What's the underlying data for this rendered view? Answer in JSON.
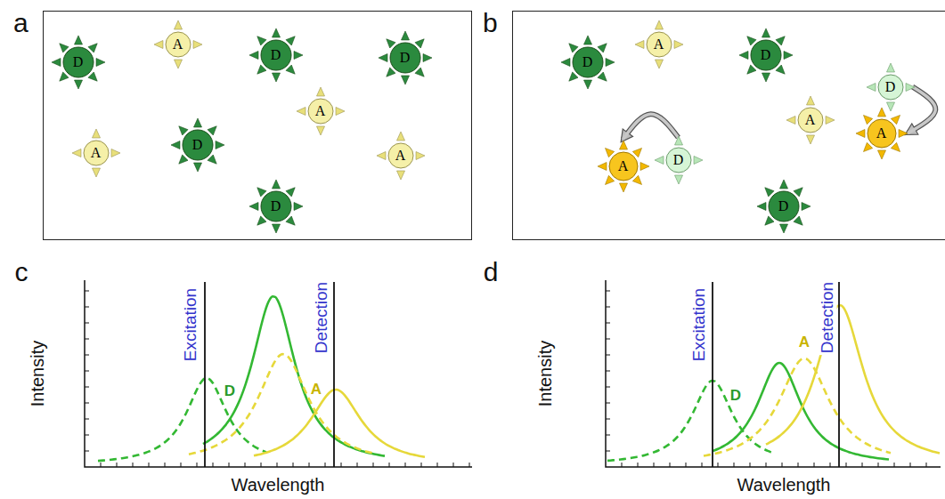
{
  "diagram": {
    "nodes": [
      {
        "text": [
          "a"
        ]
      },
      {
        "text": [
          "D"
        ],
        "in": 0
      },
      {
        "text": [
          "A"
        ],
        "in": 0
      },
      {
        "text": [
          "D"
        ],
        "in": 0
      },
      {
        "text": [
          "D"
        ],
        "in": 0
      },
      {
        "text": [
          "A"
        ],
        "in": 0
      },
      {
        "text": [
          "A"
        ],
        "in": 0
      },
      {
        "text": [
          "D"
        ],
        "in": 0
      },
      {
        "text": [
          "A"
        ],
        "in": 0
      },
      {
        "text": [
          "D"
        ],
        "in": 0
      },
      {
        "text": [
          "b"
        ]
      },
      {
        "text": [
          "D"
        ],
        "in": 10
      },
      {
        "text": [
          "A"
        ],
        "in": 10
      },
      {
        "text": [
          "D"
        ],
        "in": 10
      },
      {
        "text": [
          "D"
        ],
        "in": 10
      },
      {
        "text": [
          "A"
        ],
        "in": 10
      },
      {
        "text": [
          "A"
        ],
        "in": 10
      },
      {
        "text": [
          "A"
        ],
        "in": 10
      },
      {
        "text": [
          "D"
        ],
        "in": 10
      },
      {
        "text": [
          "D"
        ],
        "in": 10
      }
    ],
    "edges": [
      {
        "from": 18,
        "to": 17,
        "arrow": "to"
      },
      {
        "from": 14,
        "to": 16,
        "arrow": "to"
      }
    ],
    "labels": [
      "c",
      "Intensity",
      "Excitation",
      "D",
      "A",
      "Detection",
      "Wavelength",
      "d",
      "Intensity",
      "Excitation",
      "D",
      "A",
      "Detection",
      "Wavelength"
    ]
  }
}
